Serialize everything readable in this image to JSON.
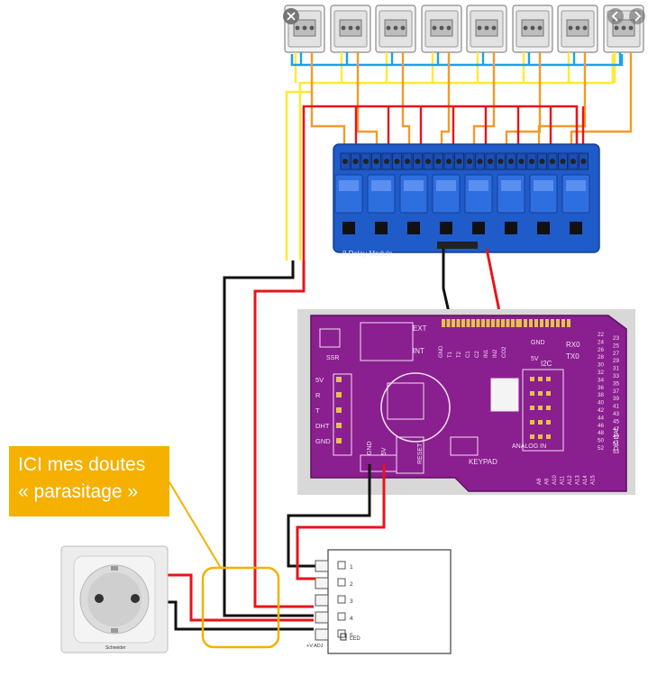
{
  "annotation": {
    "line1": "ICI mes doutes",
    "line2": "« parasitage »"
  },
  "relay_board": {
    "label": "8 Relay Module"
  },
  "shield": {
    "left_pins": [
      "5V",
      "R",
      "T",
      "DHT",
      "GND"
    ],
    "top_labels": [
      "EXT",
      "INT",
      "SSR",
      "RESET",
      "KEYPAD",
      "I2C",
      "RX0",
      "TX0",
      "5V",
      "GND",
      "ANALOG IN",
      "DIGITAL"
    ],
    "gnd_5v": [
      "GND",
      "5V"
    ],
    "relay_pins": [
      "GND",
      "T1",
      "T2",
      "C1",
      "C2",
      "IN1",
      "IN2",
      "CO2"
    ],
    "digital_right": [
      "22",
      "24",
      "26",
      "28",
      "30",
      "32",
      "34",
      "36",
      "38",
      "40",
      "42",
      "44",
      "46",
      "48",
      "50",
      "52"
    ],
    "digital_right2": [
      "23",
      "25",
      "27",
      "29",
      "31",
      "33",
      "35",
      "37",
      "39",
      "41",
      "43",
      "45",
      "47",
      "49",
      "51",
      "53"
    ],
    "analog_pins": [
      "A8",
      "A9",
      "A10",
      "A11",
      "A12",
      "A13",
      "A14",
      "A15"
    ]
  },
  "power_module": {
    "pins": [
      "1",
      "2",
      "3",
      "4",
      "5"
    ],
    "adj": "+V ADJ",
    "led": "LED"
  },
  "outlet": {
    "label": "Schneider"
  },
  "colors": {
    "red_wire": "#e8141a",
    "black_wire": "#111111",
    "blue_wire": "#1aa3e8",
    "yellow_wire": "#ffe936",
    "orange_wire": "#f39a2b",
    "annotation_bg": "#f5b000",
    "shield_pcb": "#8a1f8f",
    "relay_pcb": "#1f5bc9"
  },
  "icons": {
    "close": "close-icon",
    "prev": "chevron-left-icon",
    "next": "chevron-right-icon"
  }
}
